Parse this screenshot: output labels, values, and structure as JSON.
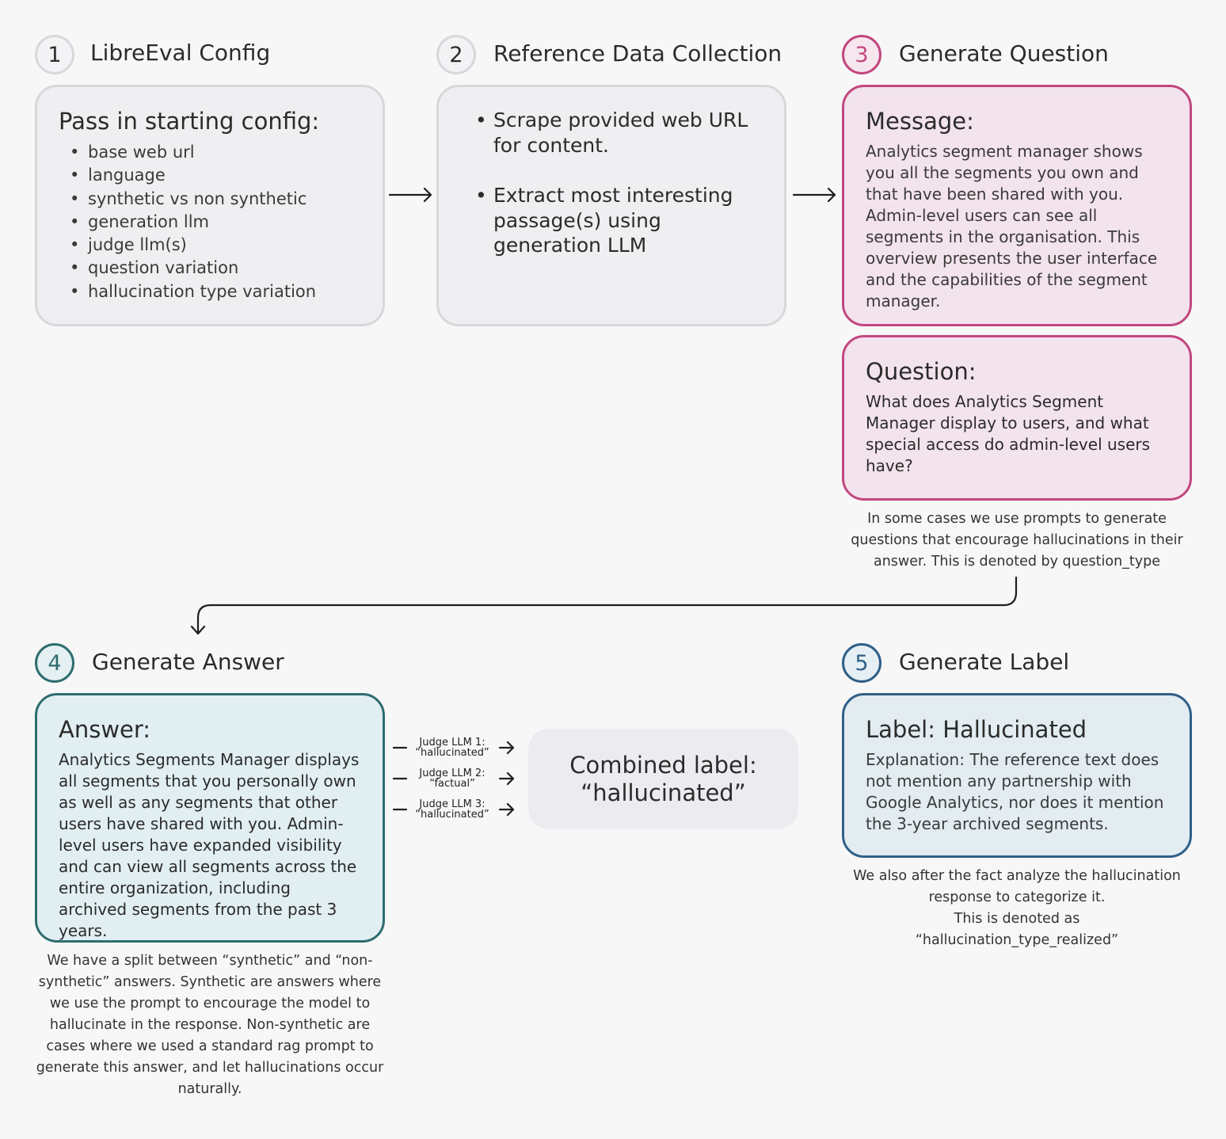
{
  "steps": [
    {
      "number": "1",
      "title": "LibreEval Config"
    },
    {
      "number": "2",
      "title": "Reference Data Collection"
    },
    {
      "number": "3",
      "title": "Generate Question"
    },
    {
      "number": "4",
      "title": "Generate Answer"
    },
    {
      "number": "5",
      "title": "Generate Label"
    }
  ],
  "config": {
    "heading": "Pass in starting config:",
    "items": [
      "base web url",
      "language",
      "synthetic vs non synthetic",
      "generation llm",
      "judge llm(s)",
      "question variation",
      "hallucination type variation"
    ]
  },
  "reference": {
    "items": [
      "Scrape provided web URL for content.",
      "Extract most interesting passage(s) using generation LLM"
    ]
  },
  "message": {
    "heading": "Message:",
    "text": "Analytics segment manager shows you all the segments you own and that have been shared with you. Admin-level users can see all segments in the organisation. This overview presents the user interface and the capabilities of the segment manager."
  },
  "question": {
    "heading": "Question:",
    "text": "What does Analytics Segment Manager display to users, and what special access do admin-level users have?"
  },
  "question_note": "In some cases we use prompts to generate questions that encourage hallucinations in their answer. This is denoted by question_type",
  "answer": {
    "heading": "Answer:",
    "text": "Analytics Segments Manager displays all segments that you personally own as well as any segments that other users have shared with you. Admin-level users have expanded visibility and can view all segments across the entire organization, including archived segments from the past 3 years."
  },
  "answer_note": "We have a split between “synthetic” and “non-synthetic” answers. Synthetic are answers where we use the prompt to encourage the model to hallucinate in the response. Non-synthetic are cases where we used a standard rag prompt to generate this answer, and let hallucinations occur naturally.",
  "judges": [
    {
      "name": "Judge LLM 1:",
      "verdict": "“hallucinated”"
    },
    {
      "name": "Judge LLM 2:",
      "verdict": "“factual”"
    },
    {
      "name": "Judge LLM 3:",
      "verdict": "“hallucinated”"
    }
  ],
  "combined": {
    "line1": "Combined label:",
    "line2": "“hallucinated”"
  },
  "label": {
    "heading": "Label: Hallucinated",
    "text": "Explanation: The reference text does not mention any partnership with Google Analytics, nor does it mention the 3-year archived segments."
  },
  "label_note": {
    "line1": "We also after the fact analyze the hallucination response to categorize it.",
    "line2": "This is denoted as",
    "line3": "“hallucination_type_realized”"
  },
  "colors": {
    "neutral_border": "#d8d8dc",
    "question_accent": "#c2477f",
    "answer_accent": "#2e6d6e",
    "label_accent": "#2f5f87"
  }
}
